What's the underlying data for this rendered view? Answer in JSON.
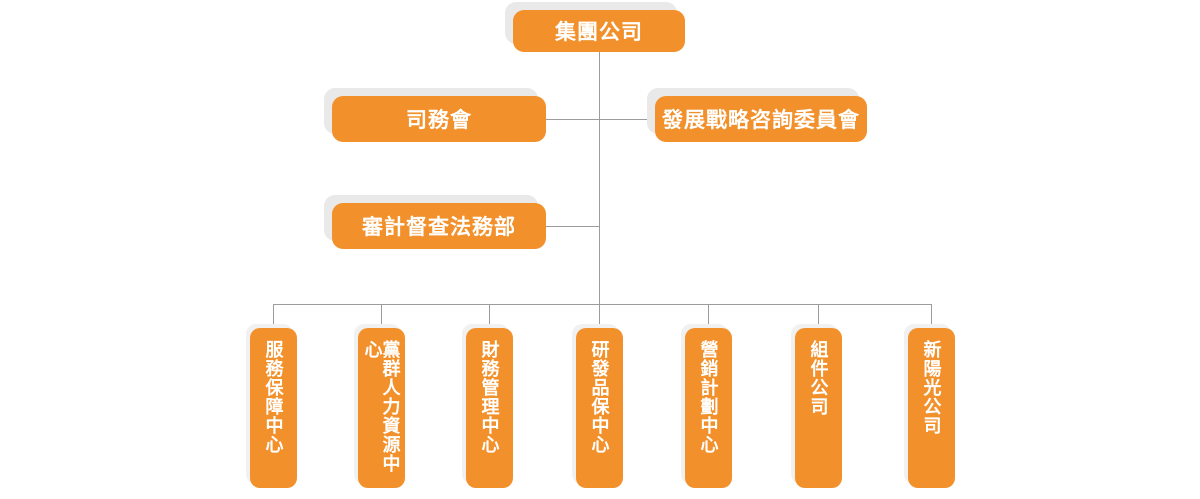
{
  "palette": {
    "background": "#FFFFFF",
    "node_fill": "#F2912C",
    "node_text": "#FFFFFF",
    "node_shadow": "#E9E9E9",
    "node_shadow_light": "#F1F1F1",
    "connector": "#9C9C9C"
  },
  "org_chart": {
    "root": {
      "label": "集團公司"
    },
    "committees": [
      {
        "label": "司務會"
      },
      {
        "label": "發展戰略咨詢委員會"
      }
    ],
    "staff_departments": [
      {
        "label": "審計督查法務部"
      }
    ],
    "departments": [
      {
        "label": "服務保障中心"
      },
      {
        "label": "黨群人力資源中心"
      },
      {
        "label": "財務管理中心"
      },
      {
        "label": "研發品保中心"
      },
      {
        "label": "營銷計劃中心"
      },
      {
        "label": "組件公司"
      },
      {
        "label": "新陽光公司"
      }
    ]
  }
}
